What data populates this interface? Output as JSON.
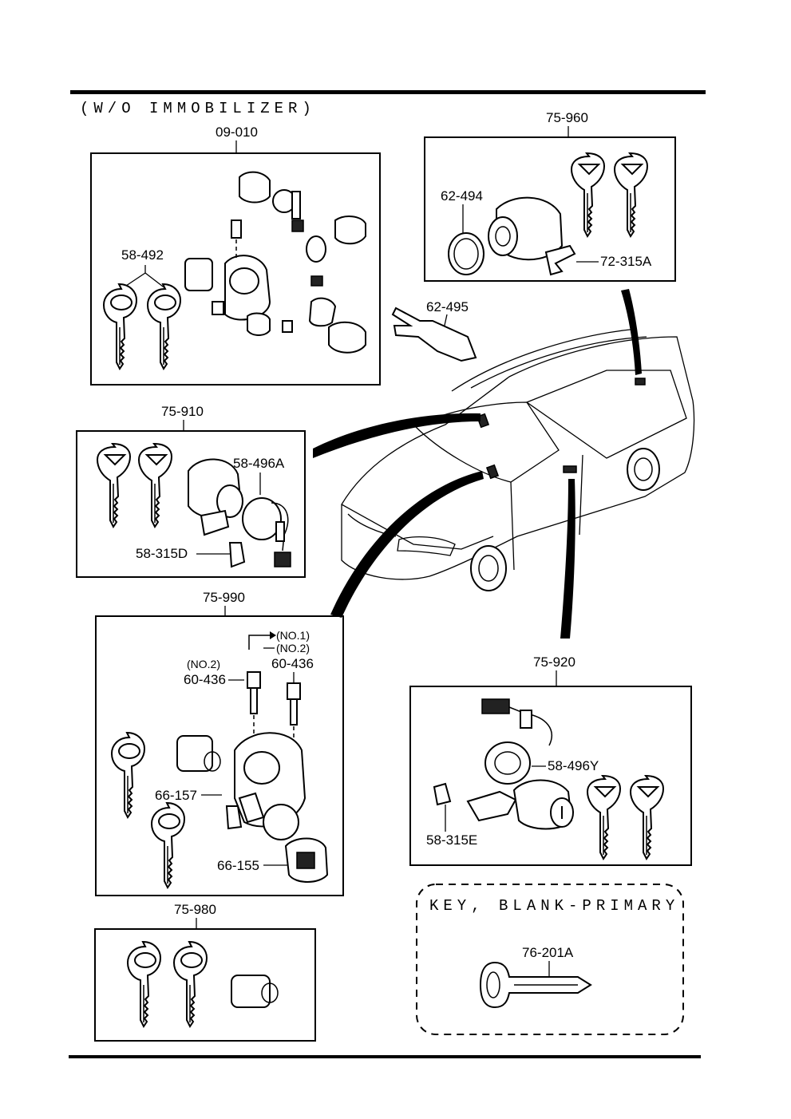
{
  "header": {
    "subtitle": "(W/O  IMMOBILIZER)"
  },
  "groups": {
    "g09010": {
      "code": "09-010",
      "parts": [
        "58-492"
      ]
    },
    "g75960": {
      "code": "75-960",
      "parts": [
        "62-494",
        "72-315A"
      ]
    },
    "g75910": {
      "code": "75-910",
      "parts": [
        "58-496A",
        "58-315D"
      ]
    },
    "g75990": {
      "code": "75-990",
      "parts": [
        "(NO.1)",
        "(NO.2)",
        "(NO.2)",
        "60-436",
        "60-436",
        "66-157",
        "66-155"
      ]
    },
    "g75920": {
      "code": "75-920",
      "parts": [
        "58-496Y",
        "58-315E"
      ]
    },
    "g75980": {
      "code": "75-980"
    },
    "keyblank": {
      "title": "KEY, BLANK-PRIMARY",
      "part": "76-201A"
    }
  },
  "loose_parts": {
    "bracket": "62-495"
  }
}
